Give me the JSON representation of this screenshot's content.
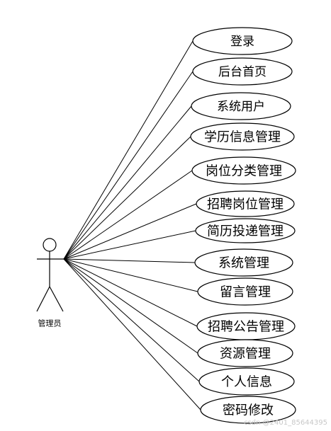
{
  "actor": {
    "label": "管理员"
  },
  "use_cases": [
    {
      "id": "login",
      "label": "登录"
    },
    {
      "id": "backend-home",
      "label": "后台首页"
    },
    {
      "id": "system-users",
      "label": "系统用户"
    },
    {
      "id": "education-info",
      "label": "学历信息管理"
    },
    {
      "id": "job-category",
      "label": "岗位分类管理"
    },
    {
      "id": "recruitment-jobs",
      "label": "招聘岗位管理"
    },
    {
      "id": "resume-submission",
      "label": "简历投递管理"
    },
    {
      "id": "system-management",
      "label": "系统管理"
    },
    {
      "id": "message-management",
      "label": "留言管理"
    },
    {
      "id": "recruitment-notice",
      "label": "招聘公告管理"
    },
    {
      "id": "resource-management",
      "label": "资源管理"
    },
    {
      "id": "personal-info",
      "label": "个人信息"
    },
    {
      "id": "password-change",
      "label": "密码修改"
    }
  ],
  "watermark": "csdn @2401_85644395"
}
